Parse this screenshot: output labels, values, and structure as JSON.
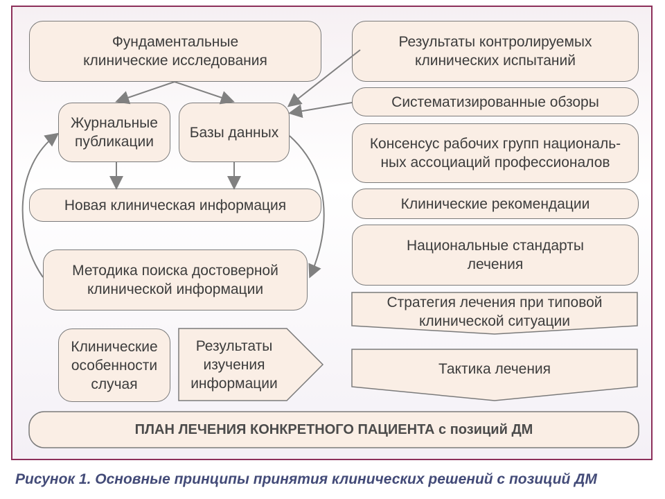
{
  "boxes": {
    "fundamental": "Фундаментальные\nклинические исследования",
    "controlled": "Результаты контролируемых\nклинических испытаний",
    "journal": "Журнальные\nпубликации",
    "databases": "Базы данных",
    "systematic": "Систематизированные обзоры",
    "consensus": "Консенсус рабочих групп националь-\nных ассоциаций профессионалов",
    "new_info": "Новая клиническая информация",
    "recommendations": "Клинические рекомендации",
    "standards": "Национальные стандарты\nлечения",
    "method": "Методика поиска достоверной\nклинической информации",
    "strategy": "Стратегия лечения при типовой\nклинической ситуации",
    "features": "Клинические\nособенности\nслучая",
    "results": "Результаты\nизучения\nинформации",
    "tactics": "Тактика лечения",
    "plan_main": "ПЛАН ЛЕЧЕНИЯ КОНКРЕТНОГО ПАЦИЕНТА",
    "plan_tail": "с позиций ДМ"
  },
  "caption": "Рисунок 1. Основные принципы принятия клинических решений с позиций ДМ",
  "colors": {
    "box_fill": "#faeee5",
    "border": "#7a7a7a",
    "frame": "#8c2f5a",
    "caption": "#434b78"
  }
}
